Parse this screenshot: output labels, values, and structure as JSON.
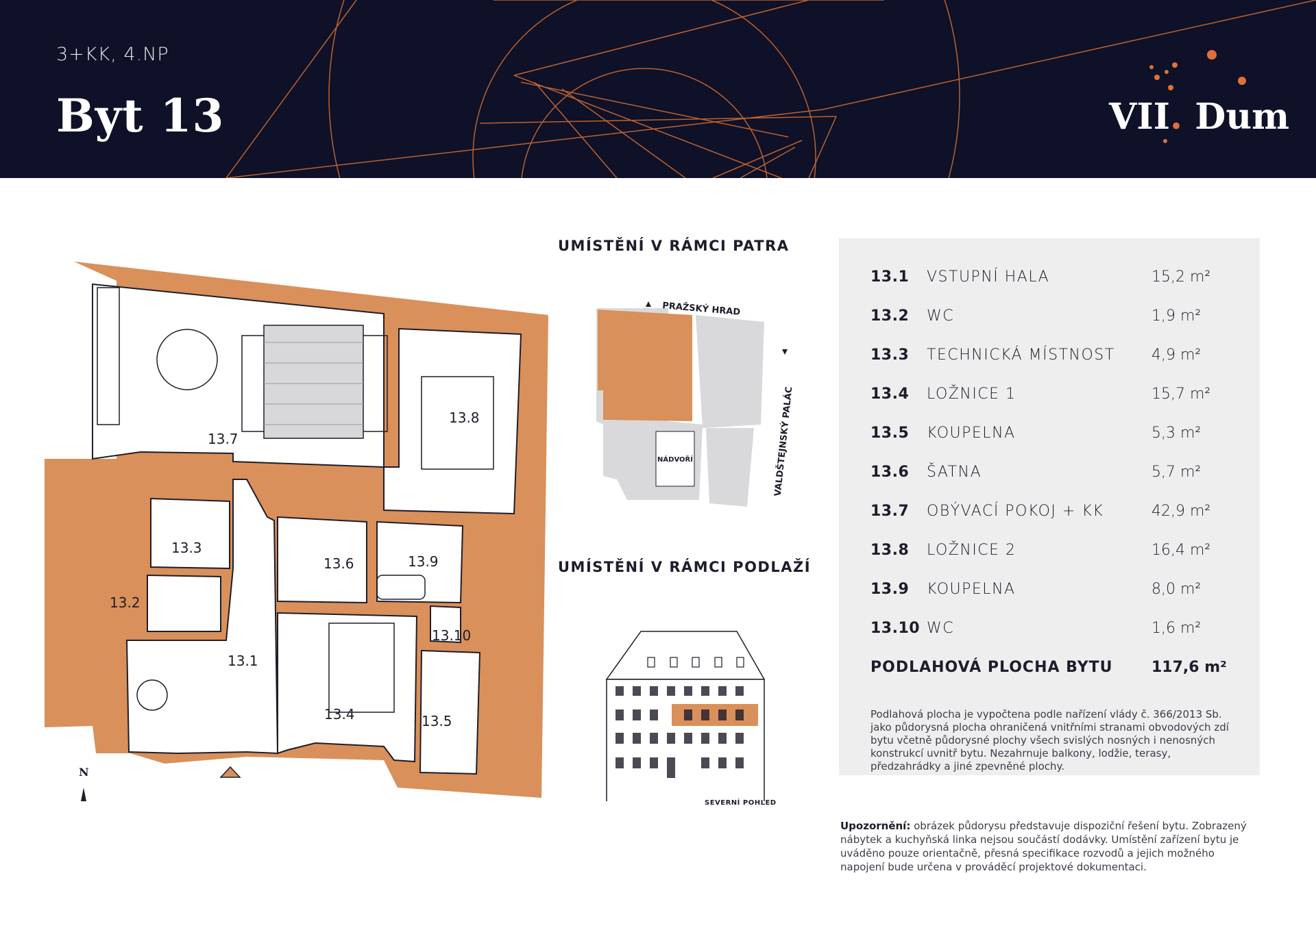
{
  "header": {
    "subtitle": "3+KK, 4.NP",
    "title": "Byt 13",
    "brand_part1": "VII",
    "brand_dot": ".",
    "brand_part2": "Dum"
  },
  "plan": {
    "rooms": [
      {
        "label": "13.7"
      },
      {
        "label": "13.8"
      },
      {
        "label": "13.3"
      },
      {
        "label": "13.6"
      },
      {
        "label": "13.9"
      },
      {
        "label": "13.2"
      },
      {
        "label": "13.10"
      },
      {
        "label": "13.1"
      },
      {
        "label": "13.4"
      },
      {
        "label": "13.5"
      }
    ],
    "north": "N"
  },
  "location": {
    "floor_title": "UMÍSTĚNÍ V RÁMCI PATRA",
    "prazsky_hrad": "PRAŽSKÝ HRAD",
    "valdstejnsky": "VALDŠTEJNSKÝ PALÁC",
    "nadvori": "NÁDVOŘÍ",
    "levels_title": "UMÍSTĚNÍ V RÁMCI PODLAŽÍ",
    "view_label": "SEVERNÍ POHLED"
  },
  "rooms_table": [
    {
      "num": "13.1",
      "name": "VSTUPNÍ HALA",
      "area": "15,2 m²"
    },
    {
      "num": "13.2",
      "name": "WC",
      "area": "1,9 m²"
    },
    {
      "num": "13.3",
      "name": "TECHNICKÁ MÍSTNOST",
      "area": "4,9 m²"
    },
    {
      "num": "13.4",
      "name": "LOŽNICE 1",
      "area": "15,7 m²"
    },
    {
      "num": "13.5",
      "name": "KOUPELNA",
      "area": "5,3 m²"
    },
    {
      "num": "13.6",
      "name": "ŠATNA",
      "area": "5,7 m²"
    },
    {
      "num": "13.7",
      "name": "OBÝVACÍ POKOJ + KK",
      "area": "42,9 m²"
    },
    {
      "num": "13.8",
      "name": "LOŽNICE 2",
      "area": "16,4 m²"
    },
    {
      "num": "13.9",
      "name": "KOUPELNA",
      "area": "8,0 m²"
    },
    {
      "num": "13.10",
      "name": "WC",
      "area": "1,6 m²"
    }
  ],
  "total": {
    "name": "PODLAHOVÁ PLOCHA BYTU",
    "area": "117,6 m²"
  },
  "note": "Podlahová plocha je vypočtena podle nařízení vlády č. 366/2013 Sb. jako půdorysná plocha ohraničená vnitřními stranami obvodových zdí bytu včetně půdorysné plochy všech svislých nosných i nenosných konstrukcí uvnitř bytu. Nezahrnuje balkony, lodžie, terasy, předzahrádky a jiné zpevněné plochy.",
  "warning": {
    "label": "Upozornění:",
    "text": " obrázek půdorysu představuje dispoziční řešení bytu. Zobrazený nábytek a kuchyňská linka nejsou součástí dodávky. Umístění zařízení bytu je uváděno pouze orientačně, přesná specifikace rozvodů a jejich možného napojení bude určena v prováděcí projektové dokumentaci."
  },
  "colors": {
    "navy": "#0e1127",
    "accent": "#e0703a",
    "wall": "#d9905a",
    "panel": "#eeeeef"
  }
}
